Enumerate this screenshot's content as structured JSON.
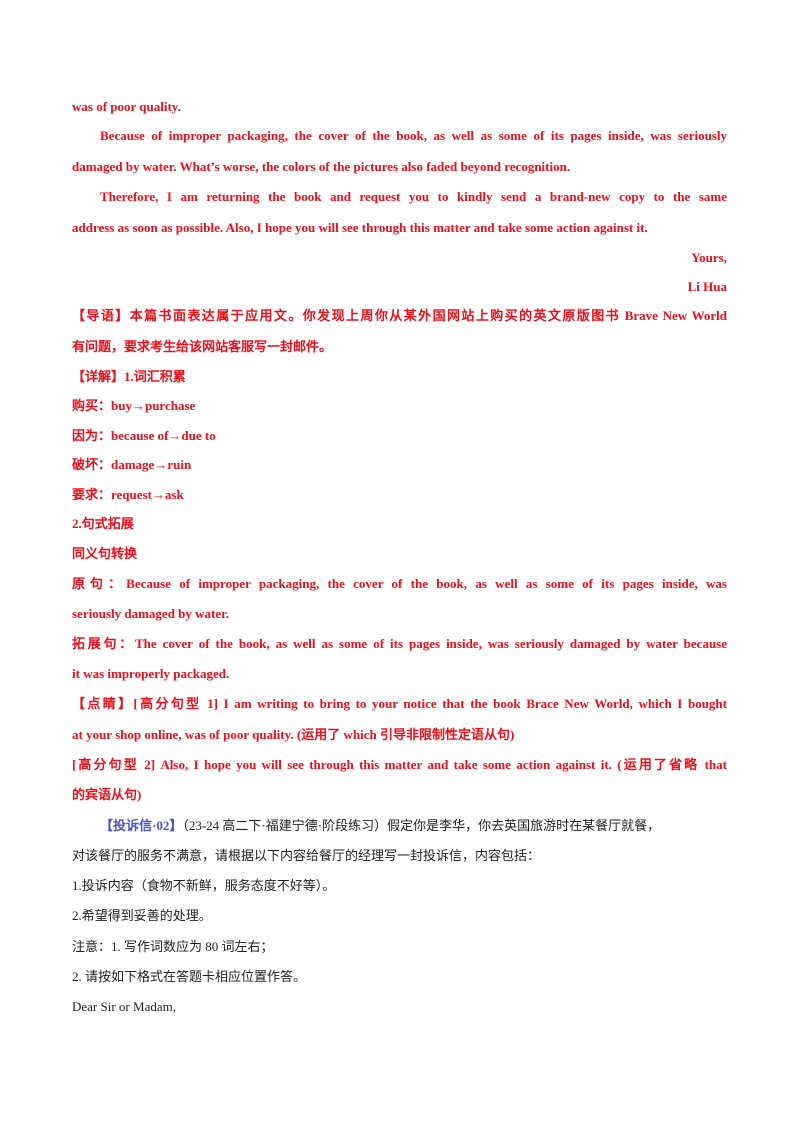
{
  "letter": {
    "line_0": "was of poor quality.",
    "p2_l1": "Because of improper packaging, the cover of the book, as well as some of its pages inside, was seriously",
    "p2_l2": "damaged by water. What’s worse, the colors of the pictures also faded beyond recognition.",
    "p3_l1": "Therefore, I am returning the book and request you to kindly send a brand-new copy to the same",
    "p3_l2": "address as soon as possible. Also, I hope you will see through this matter and take some action against it.",
    "closing": "Yours,",
    "signature": "Li Hua"
  },
  "guide": {
    "l1": "【导语】本篇书面表达属于应用文。你发现上周你从某外国网站上购买的英文原版图书 Brave New World",
    "l2": "有问题，要求考生给该网站客服写一封邮件。"
  },
  "detail": {
    "heading": "【详解】1.词汇积累",
    "vocab": [
      "购买：buy→purchase",
      "因为：because of→due to",
      "破坏：damage→ruin",
      "要求：request→ask"
    ],
    "section2": "2.句式拓展",
    "sub": "同义句转换",
    "orig_l1": "原句：Because of improper packaging, the cover of the book, as well as some of its pages inside, was",
    "orig_l2": "seriously damaged by water.",
    "ext_l1": "拓展句：The cover of the book, as well as some of its pages inside, was seriously damaged by water because",
    "ext_l2": "it was improperly packaged."
  },
  "comment": {
    "l1": "【点睛】[高分句型 1] I am writing to bring to your notice that the book Brace New World, which I bought",
    "l2": "at your shop online, was of poor quality. (运用了 which 引导非限制性定语从句)",
    "l3": "[高分句型 2] Also, I hope you will see through this matter and take some action against it. (运用了省略 that",
    "l4": "的宾语从句)"
  },
  "task": {
    "tag": "【投诉信·02】",
    "l1_rest": "（23-24 高二下·福建宁德·阶段练习）假定你是李华，你去英国旅游时在某餐厅就餐，",
    "l2": "对该餐厅的服务不满意，请根据以下内容给餐厅的经理写一封投诉信，内容包括：",
    "l3": "1.投诉内容（食物不新鲜，服务态度不好等）。",
    "l4": "2.希望得到妥善的处理。",
    "l5": "注意：1. 写作词数应为 80 词左右；",
    "l6": "2. 请按如下格式在答题卡相应位置作答。",
    "l7": "Dear Sir or Madam,"
  },
  "colors": {
    "accent": "#e8101a",
    "tag": "#4a55c6",
    "text": "#222222"
  }
}
